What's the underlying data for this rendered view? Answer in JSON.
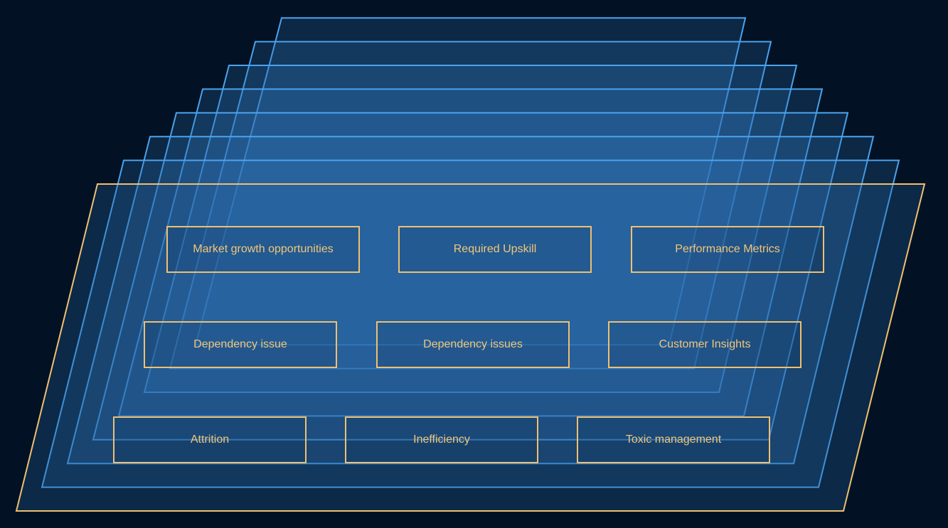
{
  "colors": {
    "background": "#021224",
    "layer_stroke": "#4aa3ee",
    "front_layer_stroke": "#f0c070",
    "label_color": "#f3c679"
  },
  "layers": {
    "count": 8
  },
  "boxes": [
    {
      "label": "Market growth opportunities"
    },
    {
      "label": "Required Upskill"
    },
    {
      "label": "Performance Metrics"
    },
    {
      "label": "Dependency issue"
    },
    {
      "label": "Dependency issues"
    },
    {
      "label": "Customer Insights"
    },
    {
      "label": "Attrition"
    },
    {
      "label": "Inefficiency"
    },
    {
      "label": "Toxic management"
    }
  ]
}
